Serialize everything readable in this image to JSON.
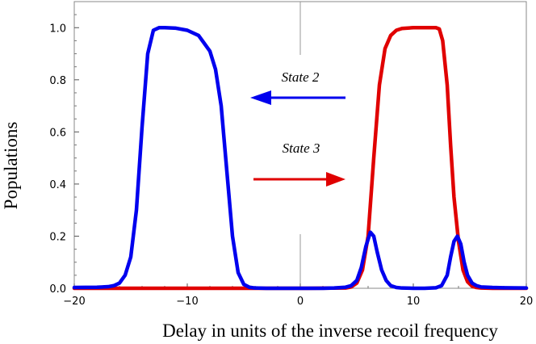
{
  "chart_data": {
    "type": "line",
    "title": "",
    "xlabel": "Delay in units of the inverse recoil frequency",
    "ylabel": "Populations",
    "xlim": [
      -20,
      20
    ],
    "ylim": [
      0,
      1.1
    ],
    "x_ticks": [
      -20,
      -10,
      0,
      10,
      20
    ],
    "x_tick_labels": [
      "−20",
      "−10",
      "0",
      "10",
      "20"
    ],
    "y_ticks": [
      0,
      0.2,
      0.4,
      0.6,
      0.8,
      1.0
    ],
    "y_tick_labels": [
      "0.0",
      "0.2",
      "0.4",
      "0.6",
      "0.8",
      "1.0"
    ],
    "grid": false,
    "series": [
      {
        "name": "State 2",
        "color": "#0000ee",
        "x": [
          -20,
          -18,
          -17,
          -16.5,
          -16,
          -15.5,
          -15,
          -14.5,
          -14,
          -13.5,
          -13,
          -12.5,
          -12,
          -11,
          -10,
          -9,
          -8,
          -7.5,
          -7,
          -6.5,
          -6,
          -5.5,
          -5,
          -4.5,
          -4,
          -3,
          -2,
          -1,
          0,
          1,
          2,
          3,
          4,
          4.5,
          5,
          5.4,
          5.8,
          6.2,
          6.5,
          6.8,
          7.2,
          7.6,
          8,
          8.5,
          9,
          10,
          11,
          12,
          12.5,
          13,
          13.3,
          13.6,
          13.9,
          14.2,
          14.5,
          14.8,
          15.2,
          15.6,
          16,
          17,
          18,
          20
        ],
        "y": [
          0.003,
          0.004,
          0.006,
          0.01,
          0.02,
          0.05,
          0.12,
          0.3,
          0.62,
          0.9,
          0.99,
          1.0,
          1.0,
          0.998,
          0.99,
          0.97,
          0.91,
          0.84,
          0.7,
          0.45,
          0.2,
          0.06,
          0.015,
          0.004,
          0.001,
          0,
          0,
          0,
          0,
          0,
          0,
          0.001,
          0.004,
          0.01,
          0.03,
          0.08,
          0.16,
          0.215,
          0.2,
          0.14,
          0.07,
          0.03,
          0.01,
          0.003,
          0.001,
          0,
          0,
          0.002,
          0.01,
          0.05,
          0.12,
          0.18,
          0.2,
          0.17,
          0.1,
          0.05,
          0.02,
          0.01,
          0.005,
          0.003,
          0.002,
          0.001
        ]
      },
      {
        "name": "State 3",
        "color": "#e00000",
        "x": [
          -20,
          -10,
          -5,
          0,
          4,
          4.5,
          5,
          5.5,
          6,
          6.5,
          7,
          7.5,
          8,
          8.5,
          9,
          10,
          11,
          12,
          12.3,
          12.6,
          13,
          13.3,
          13.6,
          14,
          14.4,
          14.8,
          15.2,
          15.6,
          16,
          17,
          20
        ],
        "y": [
          0,
          0,
          0,
          0,
          0.001,
          0.005,
          0.02,
          0.07,
          0.2,
          0.5,
          0.78,
          0.92,
          0.97,
          0.99,
          0.997,
          1.0,
          1.0,
          1.0,
          0.995,
          0.95,
          0.78,
          0.55,
          0.35,
          0.18,
          0.07,
          0.025,
          0.008,
          0.003,
          0.001,
          0,
          0
        ]
      }
    ],
    "annotations": [
      {
        "text": "State 2",
        "arrow": "left",
        "color": "#0000ee"
      },
      {
        "text": "State 3",
        "arrow": "right",
        "color": "#e00000"
      }
    ]
  }
}
